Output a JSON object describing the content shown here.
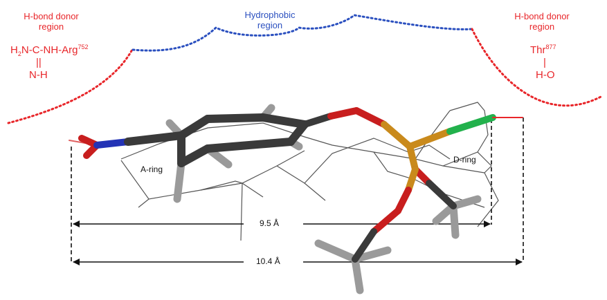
{
  "regions": {
    "left": {
      "title_line1": "H-bond donor",
      "title_line2": "region"
    },
    "center": {
      "title_line1": "Hydrophobic",
      "title_line2": "region"
    },
    "right": {
      "title_line1": "H-bond donor",
      "title_line2": "region"
    }
  },
  "residues": {
    "arg": {
      "h": "H",
      "sub": "2",
      "chain": "N-C-NH-Arg",
      "sup": "752",
      "bond": "||",
      "nh": "N-H"
    },
    "thr": {
      "name": "Thr",
      "sup": "877",
      "bond": "|",
      "ho": "H-O"
    }
  },
  "rings": {
    "a": "A-ring",
    "d": "D-ring"
  },
  "distances": {
    "short": "9.5 Å",
    "long": "10.4 Å"
  },
  "colors": {
    "hbond_region": "#e8262a",
    "hydrophobic_region": "#2a4fbf",
    "carbon": "#3a3a3a",
    "hydrogen": "#9a9a9a",
    "oxygen": "#c81e1e",
    "nitrogen": "#2333b5",
    "phosphorus": "#c98a1c",
    "chlorine": "#22b14c"
  }
}
